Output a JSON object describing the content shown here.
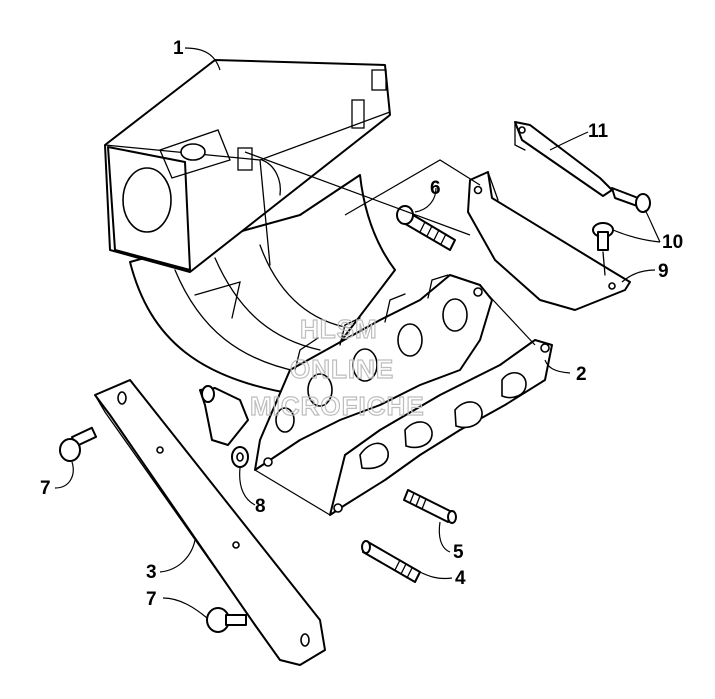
{
  "callouts": {
    "c1": "1",
    "c2": "2",
    "c3": "3",
    "c4": "4",
    "c5": "5",
    "c6": "6",
    "c7a": "7",
    "c7b": "7",
    "c8": "8",
    "c9": "9",
    "c10": "10",
    "c11": "11"
  },
  "watermark": {
    "line1": "HLSM",
    "line2": "ONLINE",
    "line3": "MICROFICHE"
  }
}
